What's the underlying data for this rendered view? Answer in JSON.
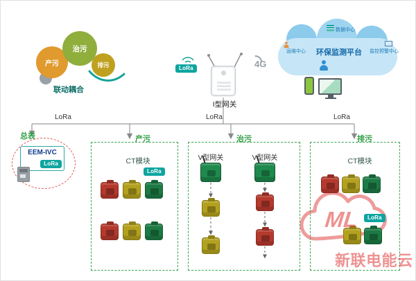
{
  "gears": {
    "left_label": "产污",
    "top_label": "治污",
    "right_label": "排污",
    "caption": "联动耦合"
  },
  "gateway": {
    "label": "I型网关",
    "lora_badge": "LoRa",
    "network_badge": "4G"
  },
  "cloud": {
    "title": "环保监测平台",
    "top_label": "数据中心",
    "left_label": "运维中心",
    "right_label": "监控预警中心"
  },
  "bus": {
    "lora_left": "LoRa",
    "lora_middle": "LoRa",
    "lora_right": "LoRa"
  },
  "meter": {
    "label": "总表",
    "device_name": "EEM-IVC",
    "lora_badge": "LoRa"
  },
  "sections": {
    "chanwu": {
      "label": "产污",
      "module_label": "CT模块",
      "lora_badge": "LoRa"
    },
    "zhiwu": {
      "label": "治污",
      "gateway1_label": "V型网关",
      "gateway2_label": "V型网关"
    },
    "paiwu": {
      "label": "排污",
      "module_label": "CT模块",
      "lora_badge": "LoRa"
    }
  },
  "watermark": {
    "monogram": "ML",
    "text": "新联电能云"
  }
}
